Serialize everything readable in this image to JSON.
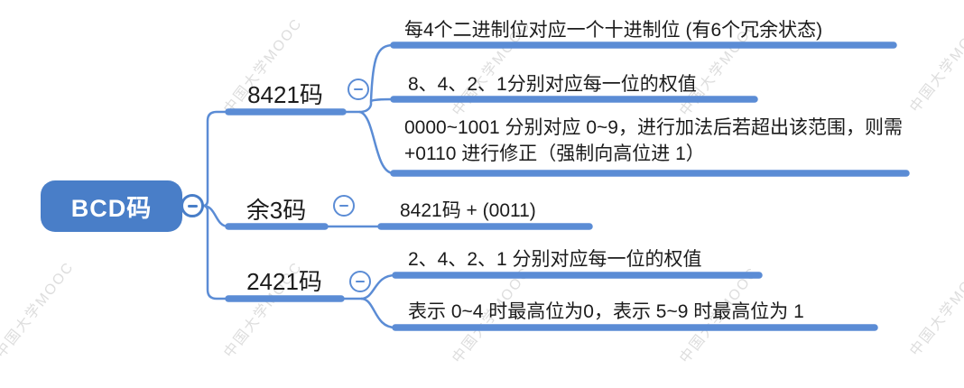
{
  "watermark": "中国大学MOOC",
  "colors": {
    "line": "#5B8CD5",
    "root_fill": "#497EC8",
    "text": "#1B1B1B"
  },
  "root": {
    "label": "BCD码"
  },
  "branches": [
    {
      "label": "8421码",
      "children": [
        "每4个二进制位对应一个十进制位 (有6个冗余状态)",
        "8、4、2、1分别对应每一位的权值",
        "0000~1001 分别对应 0~9，进行加法后若超出该范围，则需 +0110 进行修正（强制向高位进 1）"
      ]
    },
    {
      "label": "余3码",
      "children": [
        "8421码 + (0011)"
      ]
    },
    {
      "label": "2421码",
      "children": [
        "2、4、2、1 分别对应每一位的权值",
        "表示 0~4 时最高位为0，表示 5~9 时最高位为 1"
      ]
    }
  ]
}
